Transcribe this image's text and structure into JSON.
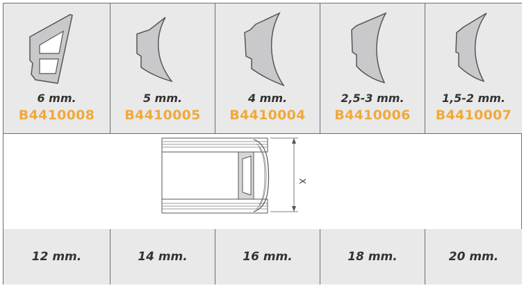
{
  "colors": {
    "code": "#f0a93a",
    "cell_bg": "#e9e9ea",
    "grid": "#6d6d6d",
    "shape_fill": "#c9c9cb",
    "shape_stroke": "#555555"
  },
  "profiles": [
    {
      "thickness": "6 mm.",
      "code": "B4410008",
      "icon": "hollow-profile-shape-icon"
    },
    {
      "thickness": "5 mm.",
      "code": "B4410005",
      "icon": "curved-profile-shape-icon"
    },
    {
      "thickness": "4 mm.",
      "code": "B4410004",
      "icon": "curved-profile-shape-icon"
    },
    {
      "thickness": "2,5-3 mm.",
      "code": "B4410006",
      "icon": "curved-profile-shape-icon"
    },
    {
      "thickness": "1,5-2 mm.",
      "code": "B4410007",
      "icon": "curved-profile-shape-icon"
    }
  ],
  "diagram": {
    "dimension_label": "X",
    "icon": "profile-cross-section-icon"
  },
  "widths": [
    "12 mm.",
    "14 mm.",
    "16 mm.",
    "18 mm.",
    "20 mm."
  ]
}
